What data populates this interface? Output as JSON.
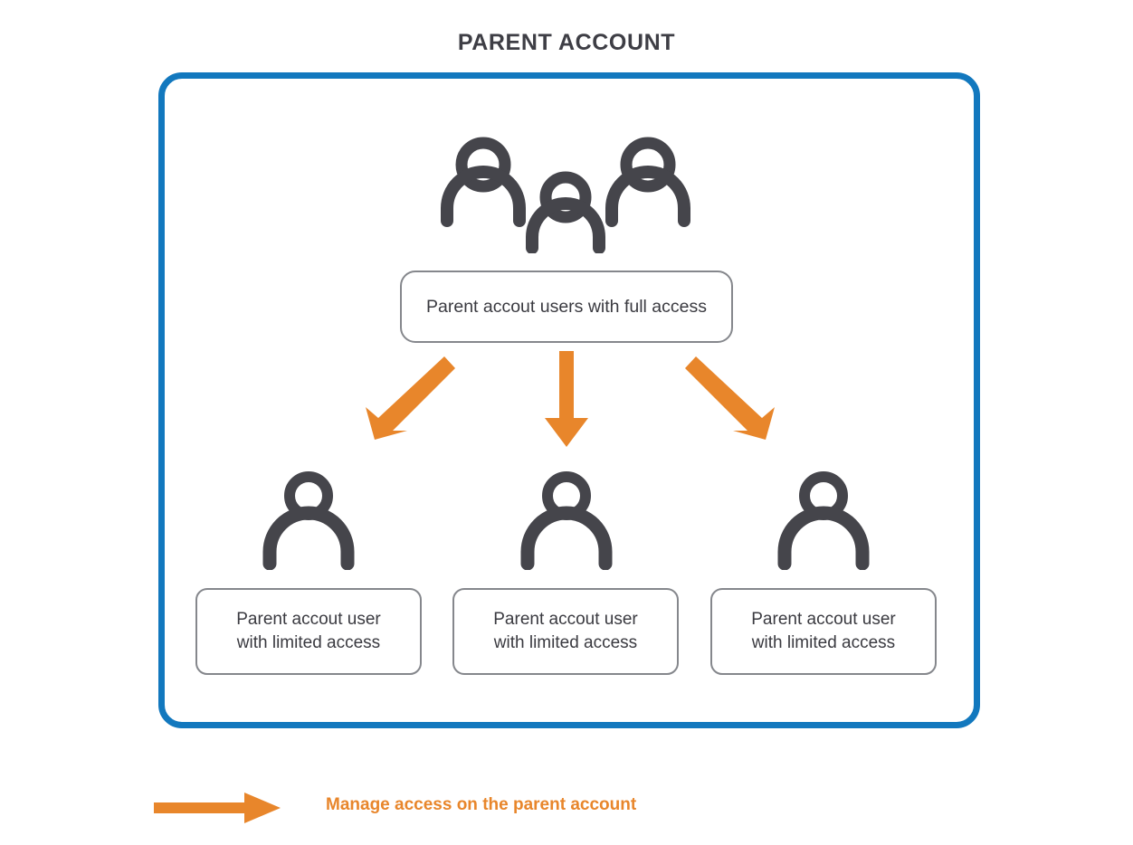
{
  "title": "PARENT ACCOUNT",
  "colors": {
    "container_border": "#1278BE",
    "arrow_orange": "#E8862B",
    "icon_dark": "#45454B",
    "box_border": "#85878C",
    "title_text": "#3E3E45"
  },
  "container": {
    "name": "parent-account-container"
  },
  "nodes": {
    "root": {
      "icon": "group-of-users-icon",
      "label": "Parent accout users with full access"
    },
    "children": [
      {
        "icon": "user-icon",
        "label_line1": "Parent accout user",
        "label_line2": "with limited access"
      },
      {
        "icon": "user-icon",
        "label_line1": "Parent accout user",
        "label_line2": "with limited access"
      },
      {
        "icon": "user-icon",
        "label_line1": "Parent accout user",
        "label_line2": "with limited access"
      }
    ]
  },
  "arrows": [
    {
      "name": "arrow-down-left",
      "direction": "down-left"
    },
    {
      "name": "arrow-down",
      "direction": "down"
    },
    {
      "name": "arrow-down-right",
      "direction": "down-right"
    }
  ],
  "legend": {
    "icon": "arrow-right-icon",
    "text": "Manage access on the parent account"
  }
}
